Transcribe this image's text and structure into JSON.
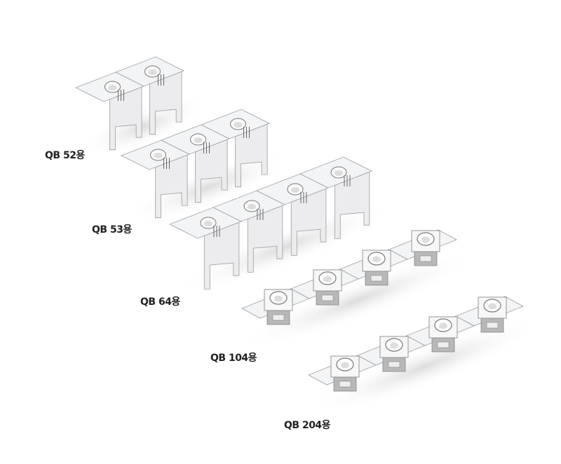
{
  "products": [
    {
      "label": "QB 52용",
      "units": 2,
      "style": "upright"
    },
    {
      "label": "QB 53용",
      "units": 3,
      "style": "upright"
    },
    {
      "label": "QB 64용",
      "units": 4,
      "style": "upright"
    },
    {
      "label": "QB 104용",
      "units": 4,
      "style": "flat"
    },
    {
      "label": "QB 204용",
      "units": 4,
      "style": "flat"
    }
  ],
  "colors": {
    "plate": "#f2f3f4",
    "edge": "#9a9ea2",
    "shadow": "#d8d8d8",
    "base": "#b8b8b8",
    "text": "#222222"
  }
}
